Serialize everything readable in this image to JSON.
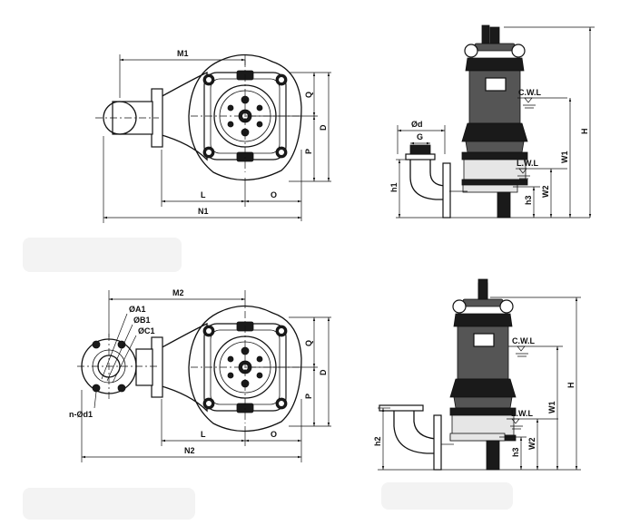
{
  "drawing_1_plan": {
    "labels": {
      "m1": "M1",
      "q": "Q",
      "d": "D",
      "p": "P",
      "l": "L",
      "o": "O",
      "n1": "N1"
    }
  },
  "drawing_1_side": {
    "labels": {
      "phi_d": "Ød",
      "g": "G",
      "h1": "h1",
      "cwl": "C.W.L",
      "lwl": "L.W.L",
      "h": "H",
      "w1": "W1",
      "w2": "W2",
      "h3": "h3"
    }
  },
  "drawing_2_plan": {
    "labels": {
      "m2": "M2",
      "a1": "ØA1",
      "b1": "ØB1",
      "c1": "ØC1",
      "nd1": "n-Ød1",
      "q": "Q",
      "d": "D",
      "p": "P",
      "l": "L",
      "o": "O",
      "n2": "N2"
    }
  },
  "drawing_2_side": {
    "labels": {
      "cwl": "C.W.L",
      "lwl": "L.W.L",
      "h": "H",
      "w1": "W1",
      "w2": "W2",
      "h2": "h2",
      "h3": "h3"
    }
  }
}
